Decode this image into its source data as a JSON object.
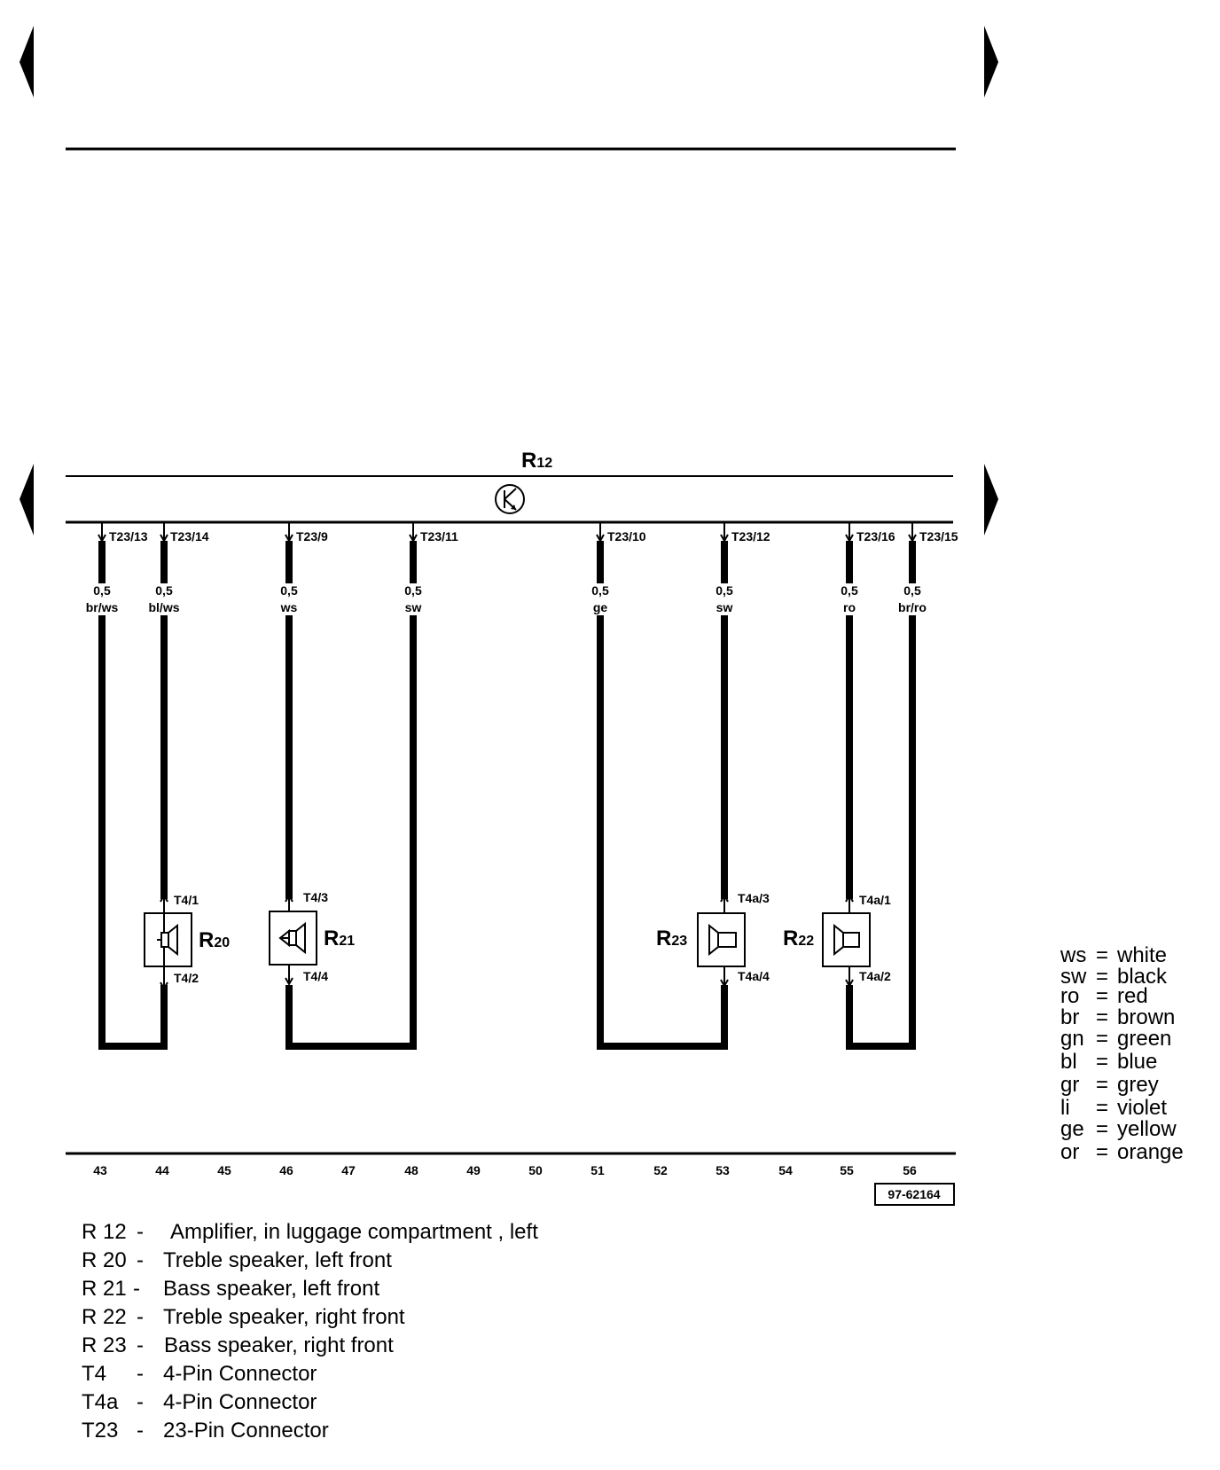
{
  "components": {
    "amplifier": {
      "letter": "R",
      "sub": "12"
    },
    "r20": {
      "letter": "R",
      "sub": "20"
    },
    "r21": {
      "letter": "R",
      "sub": "21"
    },
    "r23": {
      "letter": "R",
      "sub": "23"
    },
    "r22": {
      "letter": "R",
      "sub": "22"
    }
  },
  "wires": [
    {
      "pin": "T23/13",
      "size": "0,5",
      "color": "br/ws"
    },
    {
      "pin": "T23/14",
      "size": "0,5",
      "color": "bl/ws"
    },
    {
      "pin": "T23/9",
      "size": "0,5",
      "color": "ws"
    },
    {
      "pin": "T23/11",
      "size": "0,5",
      "color": "sw"
    },
    {
      "pin": "T23/10",
      "size": "0,5",
      "color": "ge"
    },
    {
      "pin": "T23/12",
      "size": "0,5",
      "color": "sw"
    },
    {
      "pin": "T23/16",
      "size": "0,5",
      "color": "ro"
    },
    {
      "pin": "T23/15",
      "size": "0,5",
      "color": "br/ro"
    }
  ],
  "speaker_pins": {
    "r20_top": "T4/1",
    "r20_bottom": "T4/2",
    "r21_top": "T4/3",
    "r21_bottom": "T4/4",
    "r23_top": "T4a/3",
    "r23_bottom": "T4a/4",
    "r22_top": "T4a/1",
    "r22_bottom": "T4a/2"
  },
  "track_numbers": [
    "43",
    "44",
    "45",
    "46",
    "47",
    "48",
    "49",
    "50",
    "51",
    "52",
    "53",
    "54",
    "55",
    "56"
  ],
  "reference": "97-62164",
  "legend": [
    {
      "code": "R 12",
      "dash": "-",
      "desc": "Amplifier, in luggage compartment , left"
    },
    {
      "code": "R 20",
      "dash": "-",
      "desc": "Treble speaker, left front"
    },
    {
      "code": "R 21",
      "dash": "-",
      "desc": "Bass speaker, left front"
    },
    {
      "code": "R 22",
      "dash": "-",
      "desc": "Treble speaker, right front"
    },
    {
      "code": "R 23",
      "dash": "-",
      "desc": "Bass speaker, right front"
    },
    {
      "code": "T4",
      "dash": "-",
      "desc": "4-Pin Connector"
    },
    {
      "code": "T4a",
      "dash": "-",
      "desc": "4-Pin Connector"
    },
    {
      "code": "T23",
      "dash": "-",
      "desc": "23-Pin Connector"
    }
  ],
  "color_codes": [
    {
      "abbr": "ws",
      "eq": "=",
      "name": "white"
    },
    {
      "abbr": "sw",
      "eq": "=",
      "name": "black"
    },
    {
      "abbr": "ro",
      "eq": "=",
      "name": "red"
    },
    {
      "abbr": "br",
      "eq": "=",
      "name": "brown"
    },
    {
      "abbr": "gn",
      "eq": "=",
      "name": "green"
    },
    {
      "abbr": "bl",
      "eq": "=",
      "name": "blue"
    },
    {
      "abbr": "gr",
      "eq": "=",
      "name": "grey"
    },
    {
      "abbr": "li",
      "eq": "=",
      "name": "violet"
    },
    {
      "abbr": "ge",
      "eq": "=",
      "name": "yellow"
    },
    {
      "abbr": "or",
      "eq": "=",
      "name": "orange"
    }
  ]
}
